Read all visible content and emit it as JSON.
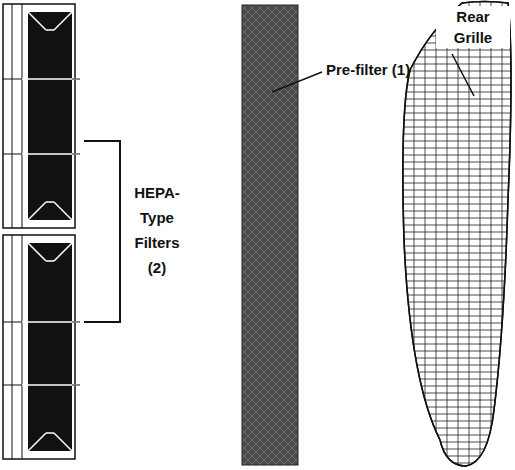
{
  "diagram": {
    "labels": [
      "Rear Grille",
      "Pre-filter (1)",
      "HEPA-Type Filters (2)"
    ]
  }
}
